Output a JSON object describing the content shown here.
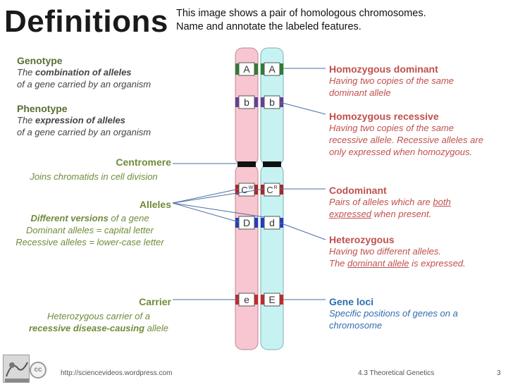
{
  "title": "Definitions",
  "intro": {
    "line1": "This image shows a pair of homologous chromosomes.",
    "line2": "Name and annotate the labeled features."
  },
  "left": {
    "genotype": {
      "title": "Genotype",
      "pre": "The ",
      "em": "combination of alleles",
      "line2": "of  a gene carried by an organism"
    },
    "phenotype": {
      "title": "Phenotype",
      "pre": "The ",
      "em": "expression of alleles",
      "line2": "of  a gene carried by an organism"
    },
    "centromere": {
      "title": "Centromere",
      "desc": "Joins chromatids in cell division"
    },
    "alleles": {
      "title": "Alleles",
      "em": "Different versions",
      "post": " of a gene",
      "line2": "Dominant alleles = capital letter",
      "line3": "Recessive alleles = lower-case letter"
    },
    "carrier": {
      "title": "Carrier",
      "line1": "Heterozygous carrier of a",
      "em": "recessive disease-causing",
      "post": " allele"
    }
  },
  "right": {
    "homdom": {
      "title": "Homozygous dominant",
      "line1": "Having two copies of the same",
      "line2": "dominant allele"
    },
    "homrec": {
      "title": "Homozygous recessive",
      "line1": "Having two copies of the same",
      "line2": "recessive allele. Recessive alleles are",
      "line3": "only expressed when homozygous."
    },
    "codom": {
      "title": "Codominant",
      "pre": "Pairs of alleles which are ",
      "u1": "both",
      "u2": "expressed",
      "post": " when present."
    },
    "hetero": {
      "title": "Heterozygous",
      "line1": "Having two different alleles.",
      "pre": "The ",
      "u": "dominant allele",
      "post": " is expressed."
    },
    "geneloci": {
      "title": "Gene loci",
      "line1": "Specific positions of genes on a",
      "line2": "chromosome"
    }
  },
  "chromosomes": {
    "left_alleles": [
      "A",
      "b",
      "C",
      "D",
      "e"
    ],
    "left_superscripts": [
      "",
      "",
      "W",
      "",
      ""
    ],
    "right_alleles": [
      "A",
      "b",
      "C",
      "d",
      "E"
    ],
    "right_superscripts": [
      "",
      "",
      "R",
      "",
      ""
    ],
    "band_colors": [
      "#2e7d32",
      "#6a3d9a",
      "#b22222",
      "#1f3fbf",
      "#c62828"
    ],
    "left_color": "#f7c6d0",
    "right_color": "#c7f2f2"
  },
  "footer": {
    "url": "http://sciencevideos.wordpress.com",
    "section": "4.3 Theoretical Genetics",
    "page": "3"
  }
}
